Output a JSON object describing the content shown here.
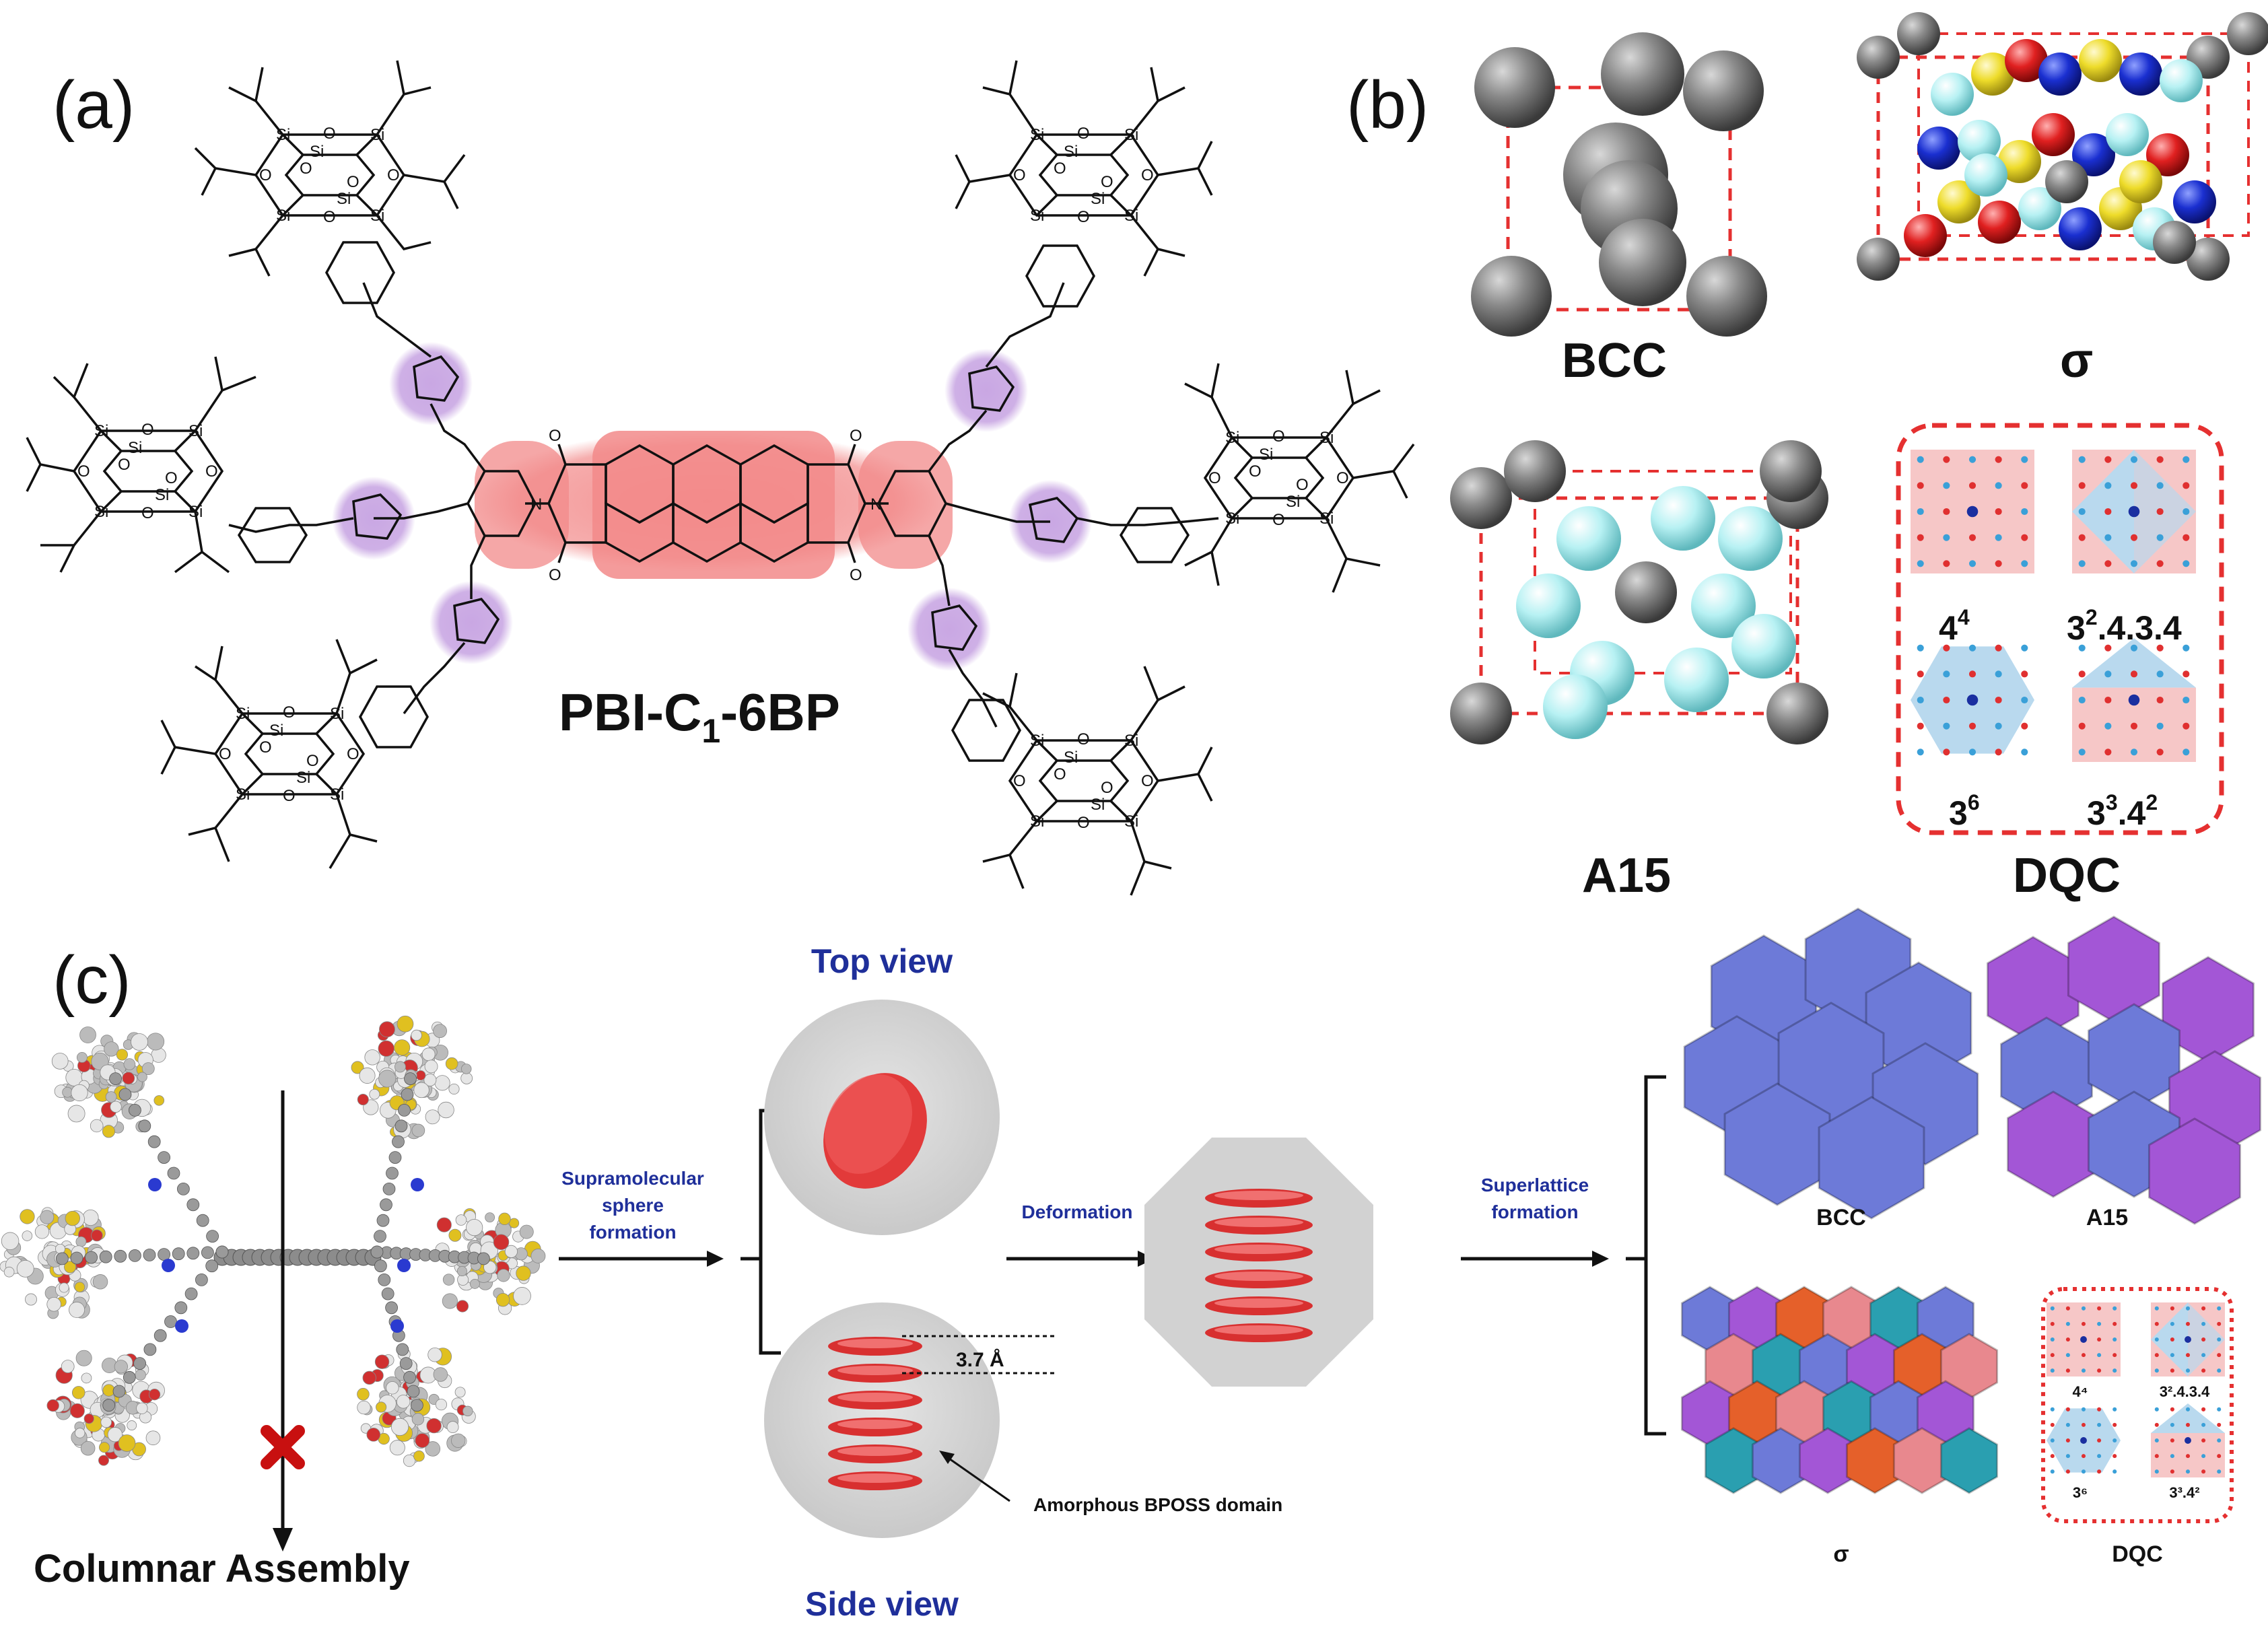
{
  "panels": {
    "a": {
      "letter": "(a)",
      "compound_label": "PBI-C",
      "compound_sub": "1",
      "compound_suffix": "-6BP",
      "atoms": {
        "si": "Si",
        "o": "O",
        "n": "N"
      }
    },
    "b": {
      "letter": "(b)",
      "lattices": [
        "BCC",
        "σ",
        "A15",
        "DQC"
      ],
      "tilings": {
        "t1": "4",
        "t1_sup": "4",
        "t2_a": "3",
        "t2_sup": "2",
        "t2_b": ".4.3.4",
        "t3": "3",
        "t3_sup": "6",
        "t4_a": "3",
        "t4_sup1": "3",
        "t4_b": ".4",
        "t4_sup2": "2"
      }
    },
    "c": {
      "letter": "(c)",
      "top_view": "Top view",
      "side_view": "Side view",
      "arrow1": [
        "Supramolecular",
        "sphere",
        "formation"
      ],
      "arrow2": "Deformation",
      "arrow3": [
        "Superlattice",
        "formation"
      ],
      "spacing": "3.7 Å",
      "amorphous": "Amorphous BPOSS domain",
      "columnar": "Columnar Assembly",
      "results": [
        "BCC",
        "A15",
        "σ",
        "DQC"
      ],
      "mini_tilings": [
        "4⁴",
        "3².4.3.4",
        "3⁶",
        "3³.4²"
      ]
    }
  },
  "colors": {
    "red_dash": "#e53030",
    "gray_sphere": "#7a7a7a",
    "cyan_sphere": "#a9eef0",
    "yellow_sphere": "#f0e040",
    "blue_sphere": "#1a2fd0",
    "red_sphere": "#e02020",
    "pbi_highlight": "#f28a8a",
    "triazole_highlight": "#c9a7e3",
    "polyhedron_blue": "#6d7ad8",
    "polyhedron_purple": "#a356d6",
    "polyhedron_orange": "#e5602a",
    "polyhedron_teal": "#2a9fb0",
    "polyhedron_pink": "#e8888e",
    "label_blue": "#1f2f9a"
  }
}
